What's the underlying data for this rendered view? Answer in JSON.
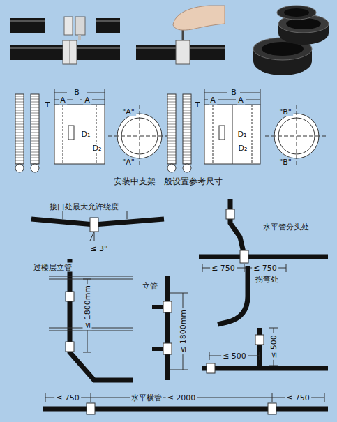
{
  "diagram": {
    "title": "安装中支架一般设置参考尺寸",
    "labels": [
      "B",
      "A",
      "A",
      "T",
      "D₁",
      "D₂",
      "\"A\"",
      "\"A\"",
      "B",
      "A",
      "A",
      "T",
      "D₁",
      "D₂",
      "\"B\"",
      "\"B\"",
      "接口处最大允许绕度",
      "≤ 3°",
      "水平管分头处",
      "≤ 750",
      "≤ 750",
      "过楼层立管",
      "≤ 1800mm",
      "立管",
      "≤ 1800mm",
      "拐弯处",
      "≤ 500",
      "≤ 500",
      "水平横管",
      "≤ 750",
      "≤ 2000",
      "≤ 750"
    ]
  }
}
